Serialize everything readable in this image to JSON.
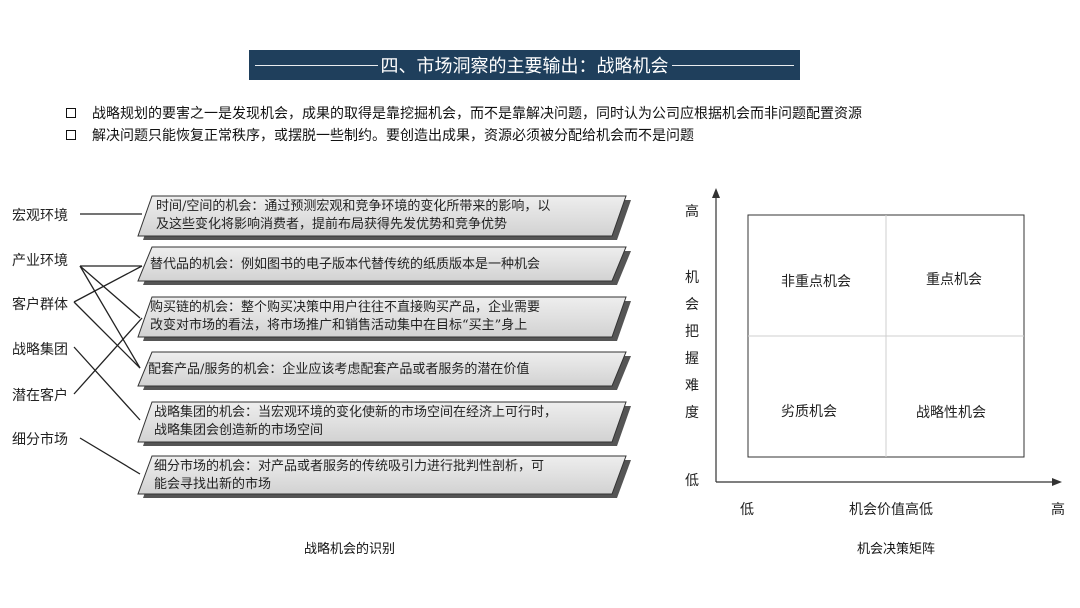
{
  "title": "四、市场洞察的主要输出：战略机会",
  "bullets": [
    "战略规划的要害之一是发现机会，成果的取得是靠挖掘机会，而不是靠解决问题，同时认为公司应根据机会而非问题配置资源",
    "解决问题只能恢复正常秩序，或摆脱一些制约。要创造出成果，资源必须被分配给机会而不是问题"
  ],
  "left_diagram": {
    "sources": [
      "宏观环境",
      "产业环境",
      "客户群体",
      "战略集团",
      "潜在客户",
      "细分市场"
    ],
    "opportunities": [
      [
        "时间/空间的机会：通过预测宏观和竞争环境的变化所带来的影响，以",
        "及这些变化将影响消费者，提前布局获得先发优势和竞争优势"
      ],
      [
        "替代品的机会：例如图书的电子版本代替传统的纸质版本是一种机会"
      ],
      [
        "购买链的机会：整个购买决策中用户往往不直接购买产品，企业需要",
        "改变对市场的看法，将市场推广和销售活动集中在目标“买主”身上"
      ],
      [
        "配套产品/服务的机会：企业应该考虑配套产品或者服务的潜在价值"
      ],
      [
        "战略集团的机会：当宏观环境的变化使新的市场空间在经济上可行时，",
        "战略集团会创造新的市场空间"
      ],
      [
        "细分市场的机会：对产品或者服务的传统吸引力进行批判性剖析，可",
        "能会寻找出新的市场"
      ]
    ],
    "caption": "战略机会的识别"
  },
  "matrix": {
    "y_axis_high": "高",
    "y_axis_low": "低",
    "y_axis_title_chars": [
      "机",
      "会",
      "把",
      "握",
      "难",
      "度"
    ],
    "x_axis_low": "低",
    "x_axis_high": "高",
    "x_axis_title": "机会价值高低",
    "quadrants": {
      "top_left": "非重点机会",
      "top_right": "重点机会",
      "bottom_left": "劣质机会",
      "bottom_right": "战略性机会"
    },
    "caption": "机会决策矩阵"
  }
}
